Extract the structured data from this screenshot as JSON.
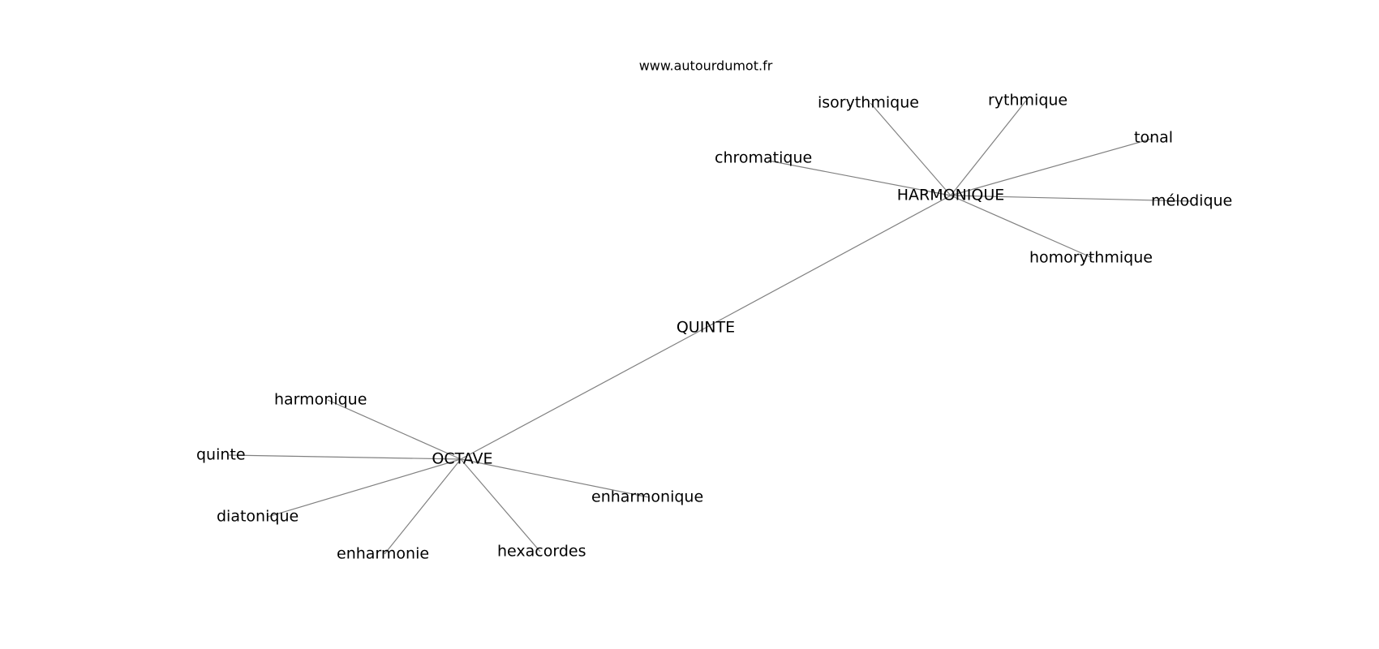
{
  "source": "www.autourdumot.fr",
  "nodes": [
    {
      "id": "quinte_c",
      "label": "QUINTE"
    },
    {
      "id": "octave",
      "label": "OCTAVE"
    },
    {
      "id": "harmonique_c",
      "label": "HARMONIQUE"
    },
    {
      "id": "harmonique",
      "label": "harmonique"
    },
    {
      "id": "quinte",
      "label": "quinte"
    },
    {
      "id": "diatonique",
      "label": "diatonique"
    },
    {
      "id": "enharmonie",
      "label": "enharmonie"
    },
    {
      "id": "hexacordes",
      "label": "hexacordes"
    },
    {
      "id": "enharmonique",
      "label": "enharmonique"
    },
    {
      "id": "chromatique",
      "label": "chromatique"
    },
    {
      "id": "isorythmique",
      "label": "isorythmique"
    },
    {
      "id": "rythmique",
      "label": "rythmique"
    },
    {
      "id": "tonal",
      "label": "tonal"
    },
    {
      "id": "melodique",
      "label": "mélodique"
    },
    {
      "id": "homorythmique",
      "label": "homorythmique"
    }
  ],
  "edges": [
    [
      "quinte_c",
      "octave"
    ],
    [
      "quinte_c",
      "harmonique_c"
    ],
    [
      "octave",
      "harmonique"
    ],
    [
      "octave",
      "quinte"
    ],
    [
      "octave",
      "diatonique"
    ],
    [
      "octave",
      "enharmonie"
    ],
    [
      "octave",
      "hexacordes"
    ],
    [
      "octave",
      "enharmonique"
    ],
    [
      "harmonique_c",
      "chromatique"
    ],
    [
      "harmonique_c",
      "isorythmique"
    ],
    [
      "harmonique_c",
      "rythmique"
    ],
    [
      "harmonique_c",
      "tonal"
    ],
    [
      "harmonique_c",
      "melodique"
    ],
    [
      "harmonique_c",
      "homorythmique"
    ]
  ]
}
